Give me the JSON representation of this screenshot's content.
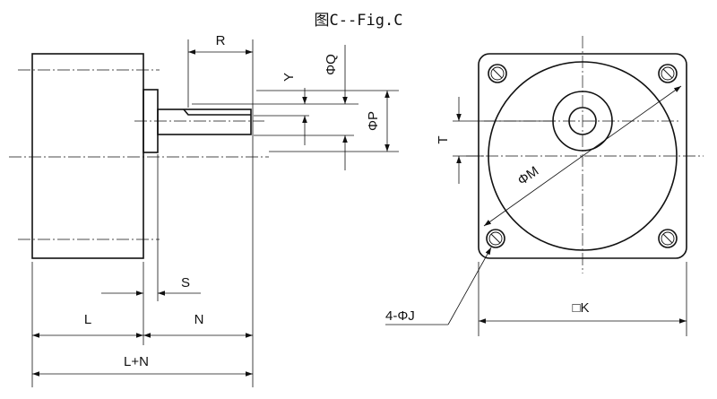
{
  "title": "图C--Fig.C",
  "labels": {
    "R": "R",
    "Y": "Y",
    "phiQ": "ΦQ",
    "phiP": "ΦP",
    "S": "S",
    "L": "L",
    "N": "N",
    "LplusN": "L+N",
    "T": "T",
    "phiM": "ΦM",
    "J": "4-ΦJ",
    "K": "□K"
  }
}
